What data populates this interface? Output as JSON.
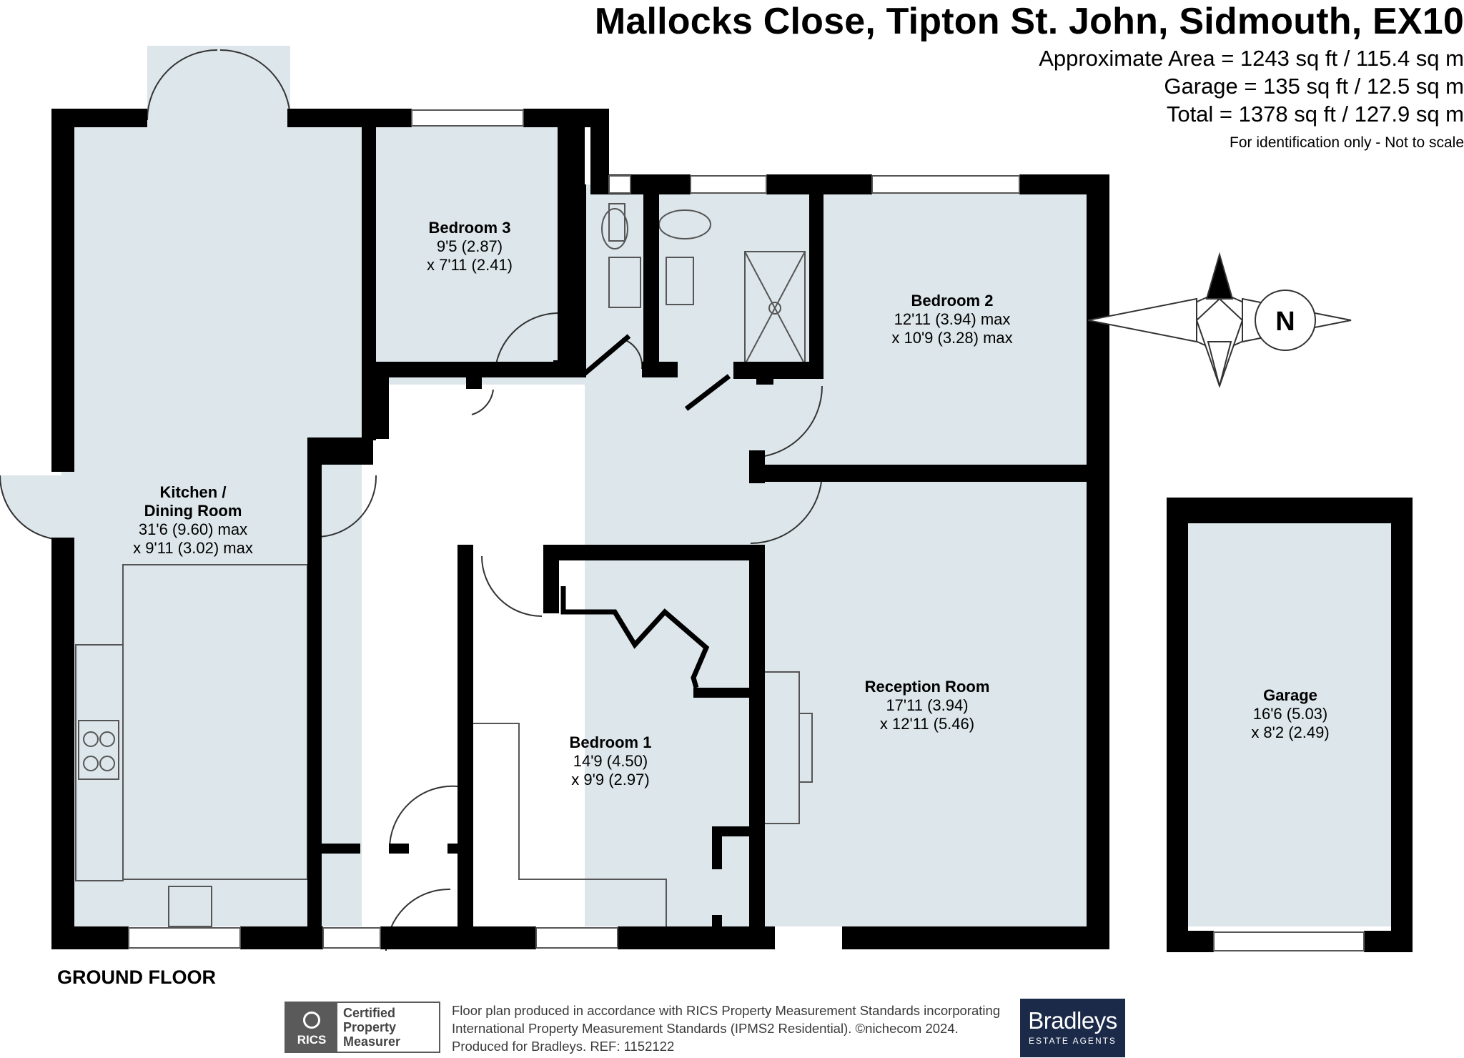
{
  "header": {
    "title": "Mallocks Close, Tipton St. John, Sidmouth, EX10",
    "approx_area": "Approximate Area = 1243 sq ft / 115.4 sq m",
    "garage_area": "Garage = 135 sq ft / 12.5 sq m",
    "total_area": "Total = 1378 sq ft / 127.9 sq m",
    "note": "For identification only - Not to scale"
  },
  "rooms": {
    "bedroom3": {
      "name": "Bedroom 3",
      "line1": "9'5 (2.87)",
      "line2": "x 7'11 (2.41)"
    },
    "bedroom2": {
      "name": "Bedroom 2",
      "line1": "12'11 (3.94) max",
      "line2": "x 10'9 (3.28) max"
    },
    "kitchen": {
      "name1": "Kitchen /",
      "name2": "Dining Room",
      "line1": "31'6 (9.60) max",
      "line2": "x 9'11 (3.02) max"
    },
    "bedroom1": {
      "name": "Bedroom 1",
      "line1": "14'9 (4.50)",
      "line2": "x 9'9 (2.97)"
    },
    "reception": {
      "name": "Reception Room",
      "line1": "17'11 (3.94)",
      "line2": "x 12'11 (5.46)"
    },
    "garage": {
      "name": "Garage",
      "line1": "16'6 (5.03)",
      "line2": "x 8'2 (2.49)"
    }
  },
  "compass": {
    "letter": "N"
  },
  "floor_label": "GROUND FLOOR",
  "footer": {
    "line1": "Floor plan produced in accordance with RICS Property Measurement Standards incorporating",
    "line2": "International Property Measurement Standards (IPMS2 Residential).  ©nichecom 2024.",
    "line3": "Produced for Bradleys.   REF:  1152122"
  },
  "rics_badge": {
    "org": "RICS",
    "l1": "Certified",
    "l2": "Property",
    "l3": "Measurer"
  },
  "brand": {
    "name": "Bradleys",
    "sub": "ESTATE AGENTS"
  },
  "colors": {
    "wall": "#000000",
    "room_fill": "#dde6ea",
    "brand_bg": "#1c2a4a"
  }
}
